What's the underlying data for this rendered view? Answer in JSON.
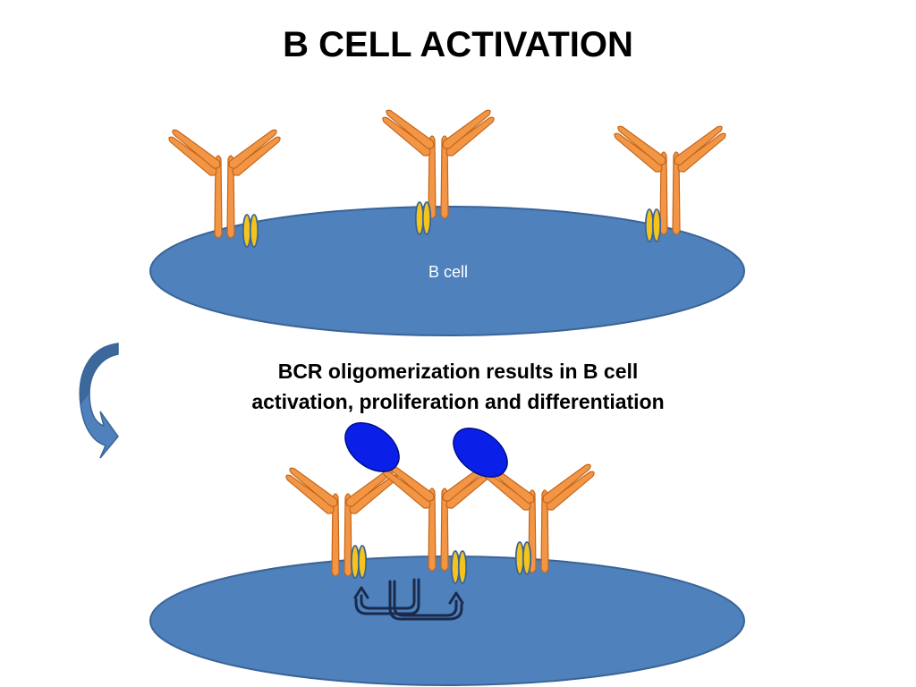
{
  "title": "B CELL ACTIVATION",
  "cell_label": "B cell",
  "caption": {
    "line1": "BCR oligomerization results in B cell",
    "line2": "activation, proliferation and differentiation"
  },
  "colors": {
    "cell_fill": "#4f81bd",
    "cell_stroke": "#3a6496",
    "antibody_fill": "#f29544",
    "antibody_stroke": "#c4651a",
    "coreceptor_fill": "#f5c41c",
    "coreceptor_stroke": "#3a6496",
    "antigen_fill": "#0a1fe8",
    "antigen_stroke": "#00108a",
    "arrow_fill": "#4f81bd",
    "signal_arrow_stroke": "#1a2a4a"
  },
  "icons": {
    "process_arrow": "curved-down-arrow-icon",
    "signal_arrow": "u-turn-double-arrow-icon"
  }
}
